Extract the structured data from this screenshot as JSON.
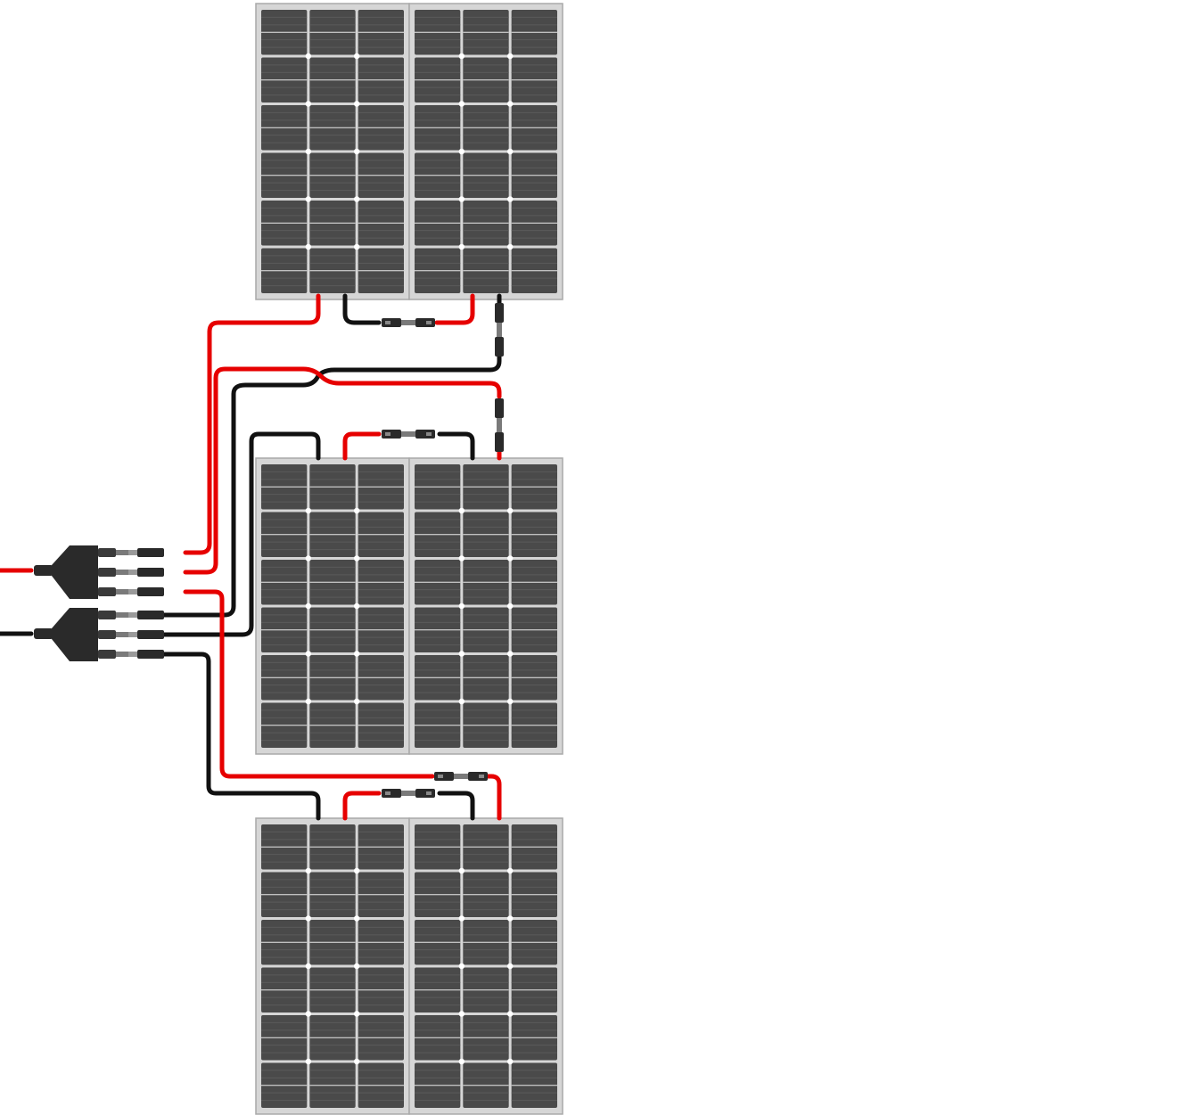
{
  "colors": {
    "background": "#ffffff",
    "panel_frame": "#d6d6d6",
    "panel_frame_border": "#a9a9a9",
    "cell": "#4a4a4a",
    "cell_gap": "#e4e4e4",
    "cell_dot": "#ffffff",
    "positive_wire": "#e60000",
    "negative_wire": "#111111",
    "connector_body": "#2a2a2a",
    "connector_sleeve": "#7a7a7a"
  },
  "icons": {
    "panel": "solar-panel-icon",
    "inline_connector": "mc4-connector-icon",
    "branch_connector": "mc4-y-branch-icon"
  },
  "panels": [
    {
      "name": "top-left"
    },
    {
      "name": "top-right"
    },
    {
      "name": "middle-left"
    },
    {
      "name": "middle-right"
    },
    {
      "name": "bottom-left"
    },
    {
      "name": "bottom-right"
    }
  ],
  "panel_cells": {
    "columns": 3,
    "rows": 6
  },
  "branch_connectors": [
    {
      "name": "positive",
      "outputs": 3
    },
    {
      "name": "negative",
      "outputs": 3
    }
  ]
}
